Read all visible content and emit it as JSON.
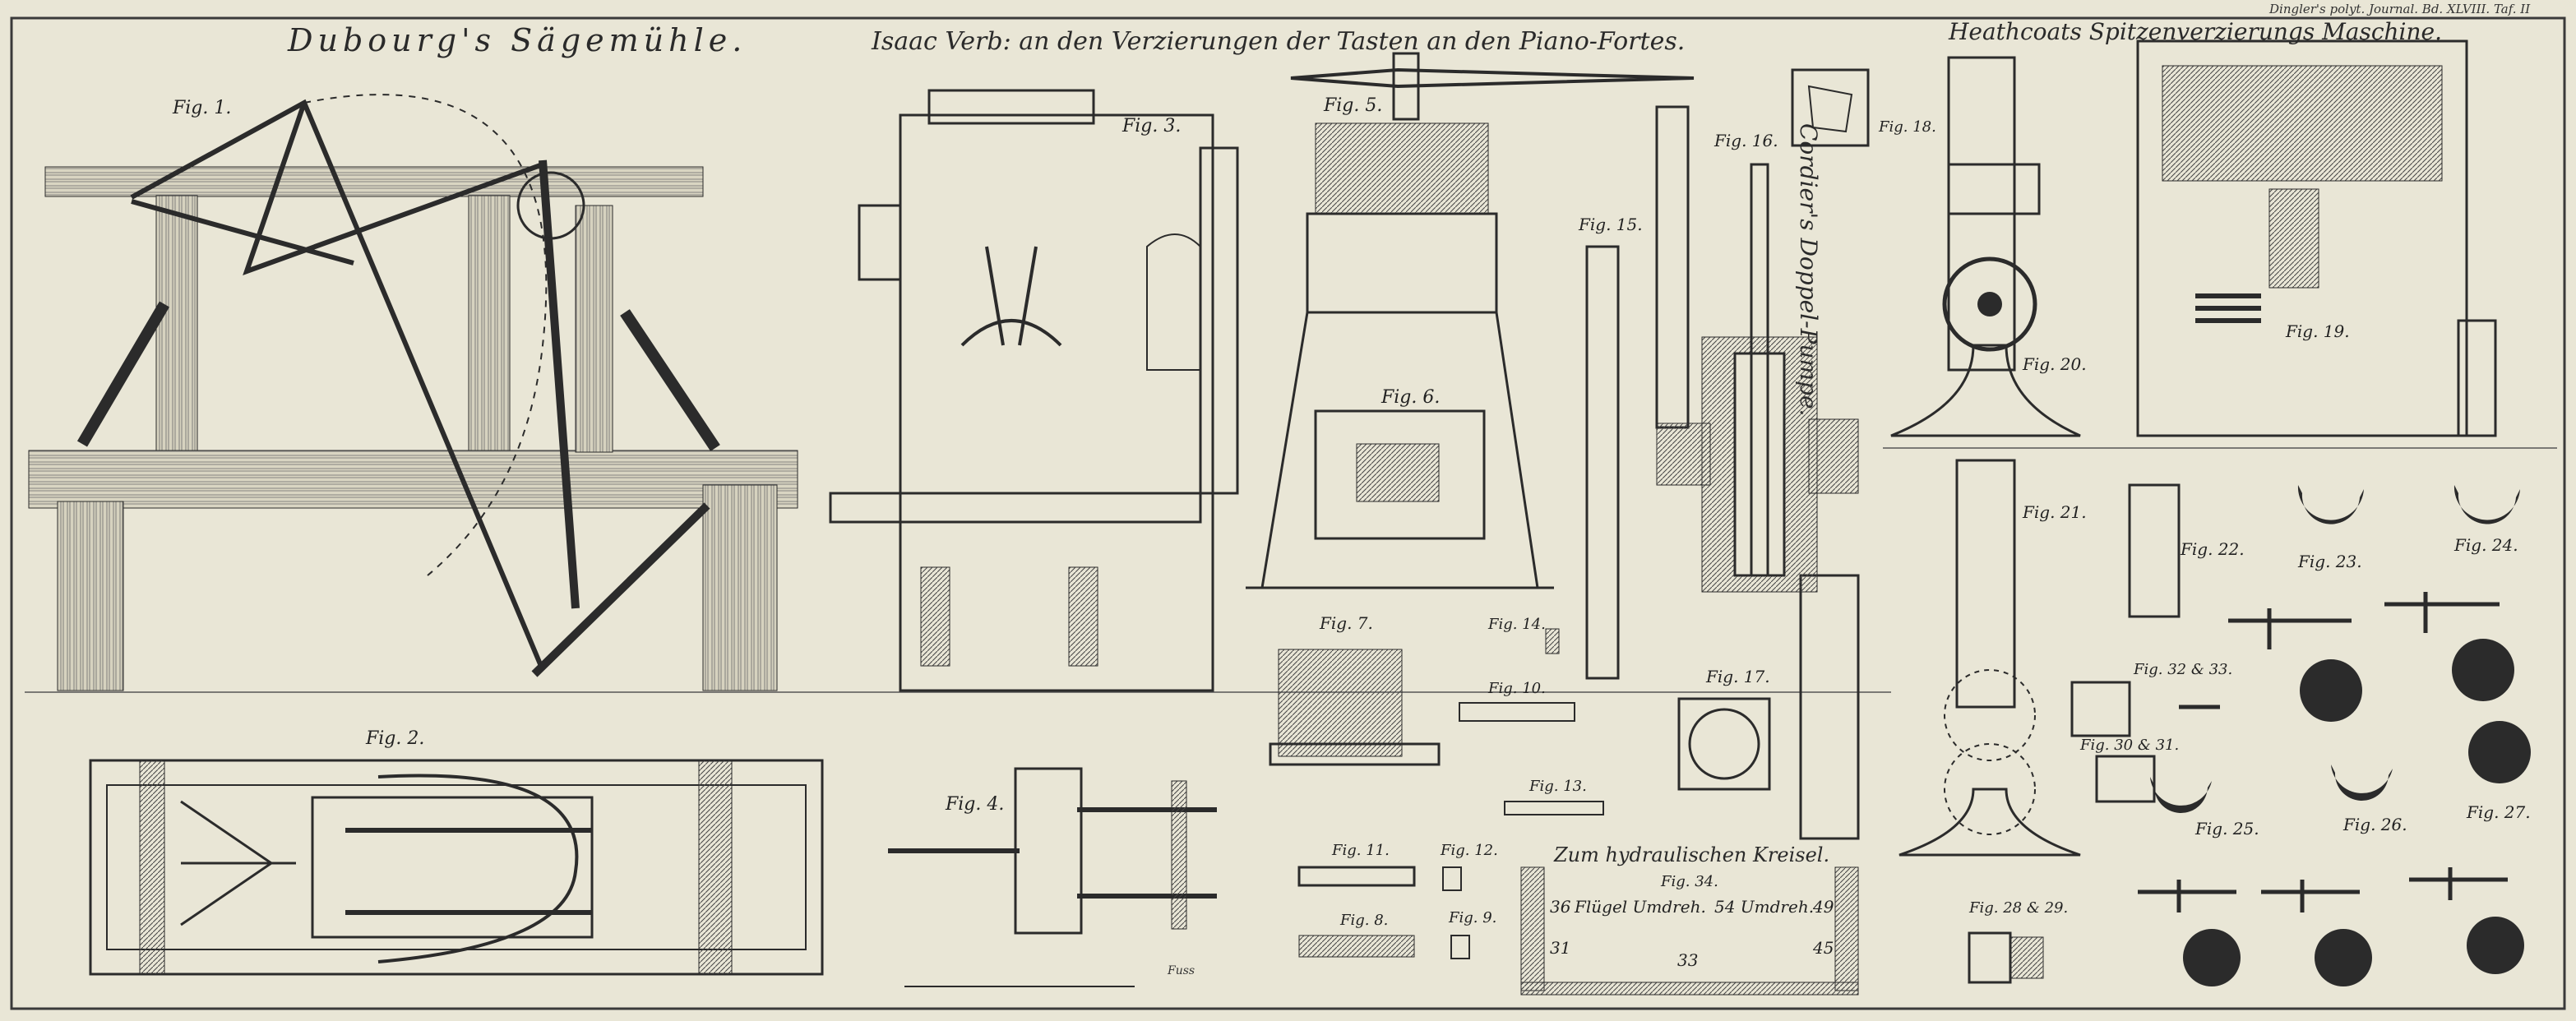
{
  "header": {
    "journal": "Dingler's polyt. Journal. Bd. XLVIII. Taf. II",
    "section_saw": "Dubourg's Sägemühle.",
    "section_keys": "Isaac Verb: an den Verzierungen der Tasten an den Piano-Fortes.",
    "section_lace": "Heathcoats Spitzenverzierungs Maschine.",
    "section_pump": "Cordier's Doppel-Pumpe.",
    "section_wheel": "Zum hydraulischen Kreisel."
  },
  "figures": {
    "f1": "Fig. 1.",
    "f2": "Fig. 2.",
    "f3": "Fig. 3.",
    "f4": "Fig. 4.",
    "f5": "Fig. 5.",
    "f6": "Fig. 6.",
    "f7": "Fig. 7.",
    "f8": "Fig. 8.",
    "f9": "Fig. 9.",
    "f10": "Fig. 10.",
    "f11": "Fig. 11.",
    "f12": "Fig. 12.",
    "f13": "Fig. 13.",
    "f14": "Fig. 14.",
    "f15": "Fig. 15.",
    "f16": "Fig. 16.",
    "f17": "Fig. 17.",
    "f18": "Fig. 18.",
    "f19": "Fig. 19.",
    "f20": "Fig. 20.",
    "f21": "Fig. 21.",
    "f22": "Fig. 22.",
    "f23": "Fig. 23.",
    "f24": "Fig. 24.",
    "f25": "Fig. 25.",
    "f26": "Fig. 26.",
    "f27": "Fig. 27.",
    "f28": "Fig. 28 & 29.",
    "f30": "Fig. 30 & 31.",
    "f32": "Fig. 32 & 33.",
    "f34": "Fig. 34."
  },
  "fig34_table": {
    "row1_left": "36",
    "row1_mid": "Flügel Umdreh.",
    "row1_mid2": "54 Umdreh.",
    "row1_right": "49",
    "row2_left": "31",
    "row2_mid": "33",
    "row2_right": "45"
  },
  "scale_label": "Fuss",
  "colors": {
    "paper": "#e9e6d6",
    "ink": "#2b2b2b",
    "border": "#3a3a3a"
  }
}
